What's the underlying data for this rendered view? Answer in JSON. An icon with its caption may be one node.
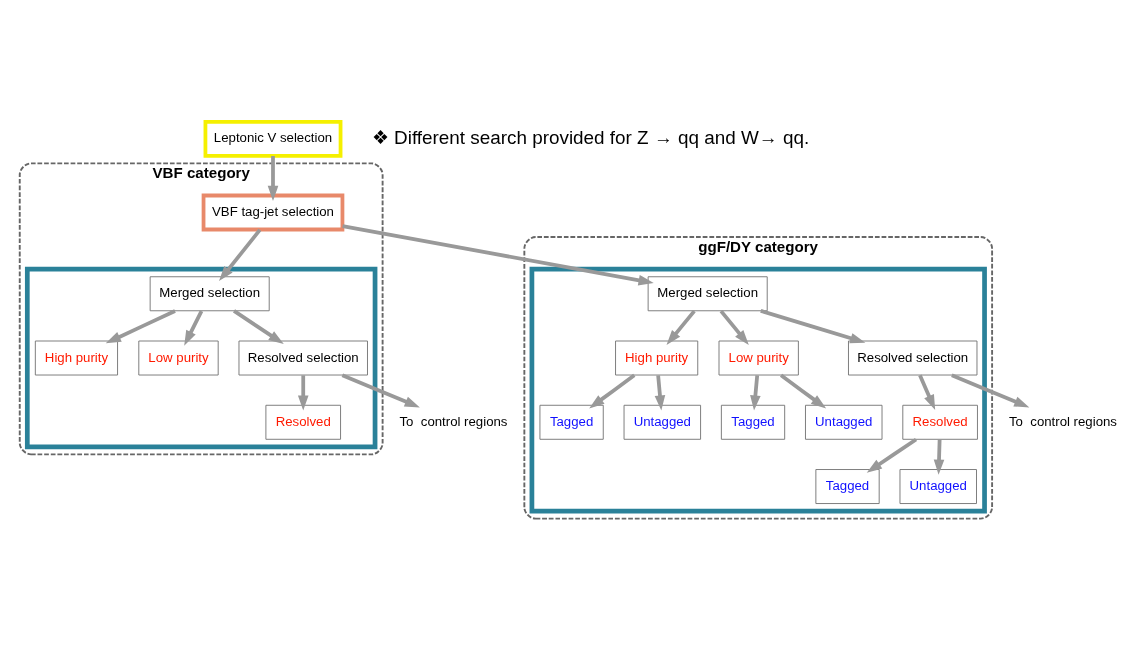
{
  "diagram": {
    "nodes": [
      {
        "text": [
          "Leptonic V selection"
        ]
      },
      {
        "text": [
          "VBF category"
        ]
      },
      {
        "text": [
          "VBF tag-jet selection"
        ],
        "in": 1
      },
      {
        "text": [],
        "shape": "box",
        "in": 1
      },
      {
        "text": [
          "High purity"
        ],
        "in": 3
      },
      {
        "text": [
          "Merged selection"
        ],
        "in": 3
      },
      {
        "text": [
          "Low purity"
        ],
        "in": 3
      },
      {
        "text": [
          "Resolved"
        ],
        "in": 3
      },
      {
        "text": [
          "Resolved selection"
        ],
        "in": 3
      },
      {
        "text": [
          "To  control regions"
        ]
      },
      {
        "text": [
          "ggF/DY category"
        ]
      },
      {
        "text": [],
        "shape": "box",
        "in": 10
      },
      {
        "text": [
          "Merged selection"
        ],
        "in": 11
      },
      {
        "text": [
          "High purity"
        ],
        "in": 11
      },
      {
        "text": [
          "Tagged"
        ],
        "in": 11
      },
      {
        "text": [
          "Untagged"
        ],
        "in": 11
      },
      {
        "text": [
          "Low purity"
        ],
        "in": 11
      },
      {
        "text": [
          "Tagged"
        ],
        "in": 11
      },
      {
        "text": [
          "Untagged"
        ],
        "in": 11
      },
      {
        "text": [
          "Resolved selection"
        ],
        "in": 11
      },
      {
        "text": [
          "Resolved"
        ],
        "in": 11
      },
      {
        "text": [
          "Tagged"
        ],
        "in": 11
      },
      {
        "text": [
          "Untagged"
        ],
        "in": 11
      },
      {
        "text": [
          "To  control regions"
        ]
      }
    ],
    "edges": [
      {
        "from": 0,
        "to": 2,
        "arrow": "to"
      },
      {
        "from": 2,
        "to": 5,
        "arrow": "to"
      },
      {
        "from": 2,
        "to": 12,
        "arrow": "to"
      },
      {
        "from": 5,
        "to": 4,
        "arrow": "to"
      },
      {
        "from": 5,
        "to": 6,
        "arrow": "to"
      },
      {
        "from": 5,
        "to": 8,
        "arrow": "to"
      },
      {
        "from": 8,
        "to": 7,
        "arrow": "to"
      },
      {
        "from": 8,
        "to": 9,
        "arrow": "to"
      },
      {
        "from": 12,
        "to": 13,
        "arrow": "to"
      },
      {
        "from": 12,
        "to": 16,
        "arrow": "to"
      },
      {
        "from": 13,
        "to": 14,
        "arrow": "to"
      },
      {
        "from": 13,
        "to": 15,
        "arrow": "to"
      },
      {
        "from": 16,
        "to": 17,
        "arrow": "to"
      },
      {
        "from": 16,
        "to": 18,
        "arrow": "to"
      },
      {
        "from": 12,
        "to": 19,
        "arrow": "to"
      },
      {
        "from": 19,
        "to": 20,
        "arrow": "to"
      },
      {
        "from": 20,
        "to": 21,
        "arrow": "to"
      },
      {
        "from": 20,
        "to": 22,
        "arrow": "to"
      },
      {
        "from": 19,
        "to": 23,
        "arrow": "to"
      }
    ],
    "labels": [
      "❖ Different search provided for Z → qq and W→ qq."
    ]
  }
}
